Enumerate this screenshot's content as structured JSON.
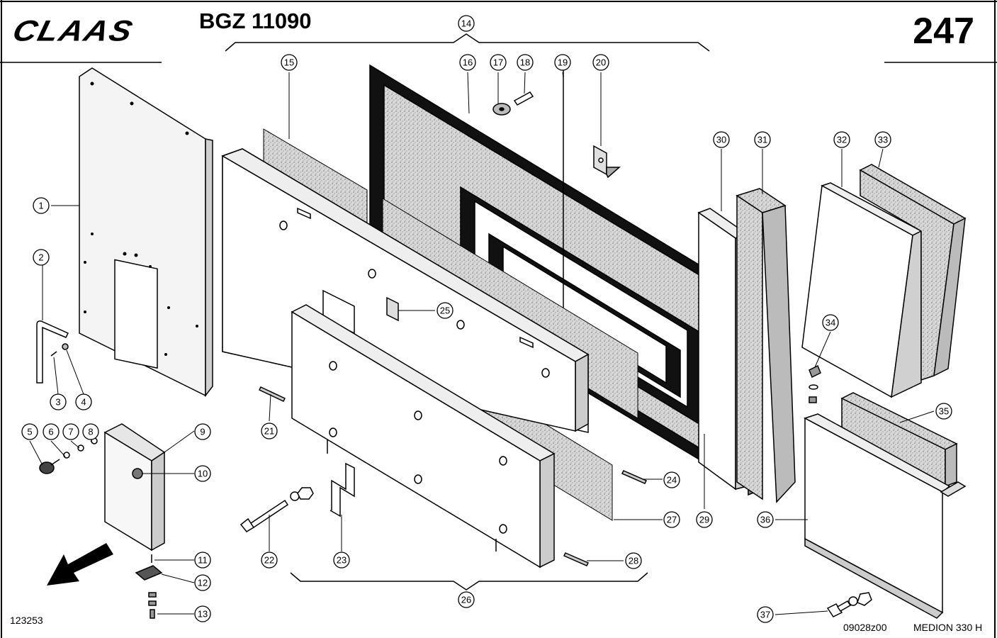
{
  "header": {
    "brand": "CLAAS",
    "assembly_code": "BGZ 11090",
    "page_number": "247"
  },
  "footer": {
    "figure_number": "123253",
    "drawing_number": "09028z00",
    "model": "MEDION 330 H"
  },
  "callouts": [
    "1",
    "2",
    "3",
    "4",
    "5",
    "6",
    "7",
    "8",
    "9",
    "10",
    "11",
    "12",
    "13",
    "14",
    "15",
    "16",
    "17",
    "18",
    "19",
    "20",
    "21",
    "22",
    "23",
    "24",
    "25",
    "26",
    "27",
    "28",
    "29",
    "30",
    "31",
    "32",
    "33",
    "34",
    "35",
    "36",
    "37"
  ],
  "icons": {
    "direction": "direction-arrow-icon",
    "logo": "claas-logo"
  }
}
